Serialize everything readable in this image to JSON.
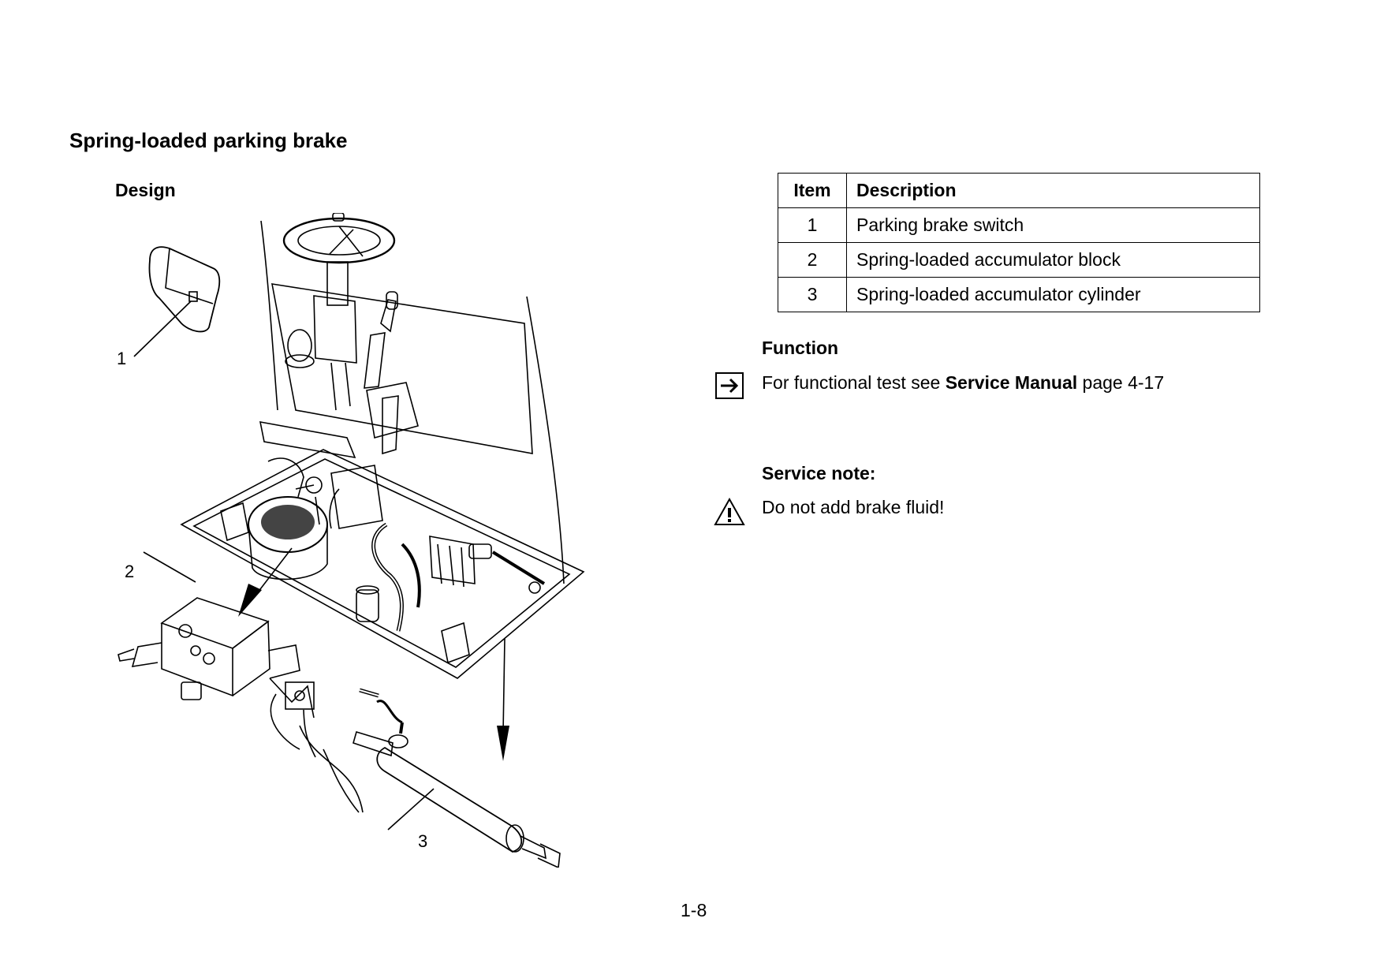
{
  "page_title": "Spring-loaded parking brake",
  "design_heading": "Design",
  "callouts": [
    "1",
    "2",
    "3"
  ],
  "table": {
    "headers": [
      "Item",
      "Description"
    ],
    "rows": [
      {
        "item": "1",
        "description": "Parking brake switch"
      },
      {
        "item": "2",
        "description": "Spring-loaded accumulator block"
      },
      {
        "item": "3",
        "description": "Spring-loaded accumulator cylinder"
      }
    ]
  },
  "function": {
    "heading": "Function",
    "text_before": "For functional test see ",
    "text_bold": "Service Manual",
    "text_after": " page 4-17",
    "icon": "arrow-reference-icon"
  },
  "service_note": {
    "heading": "Service note:",
    "text": "Do not add brake fluid!",
    "icon": "warning-triangle-icon"
  },
  "page_number": "1-8"
}
